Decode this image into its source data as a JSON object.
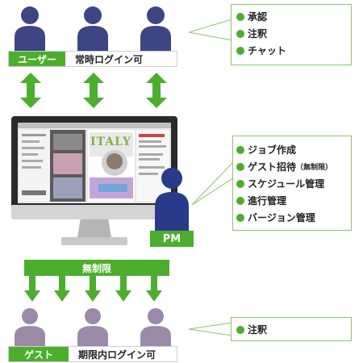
{
  "user_group": {
    "tag": "ユーザー",
    "desc": "常時ログイン可"
  },
  "guest_group": {
    "tag": "ゲスト",
    "desc": "期限内ログイン可"
  },
  "user_callout": {
    "items": [
      "承認",
      "注釈",
      "チャット"
    ]
  },
  "pm_callout": {
    "items": [
      {
        "text": "ジョブ作成",
        "note": ""
      },
      {
        "text": "ゲスト招待",
        "note": "（無制限）"
      },
      {
        "text": "スケジュール管理",
        "note": ""
      },
      {
        "text": "進行管理",
        "note": ""
      },
      {
        "text": "バージョン管理",
        "note": ""
      }
    ]
  },
  "guest_callout": {
    "items": [
      "注釈"
    ]
  },
  "pm_label": "PM",
  "unlimited_label": "無制限",
  "screen_magazine_title": "ITALY",
  "colors": {
    "green": "#4cae2c",
    "user_figure": "#3d4584",
    "pm_figure": "#2a3a8a",
    "guest_figure": "#9a8aa8"
  }
}
